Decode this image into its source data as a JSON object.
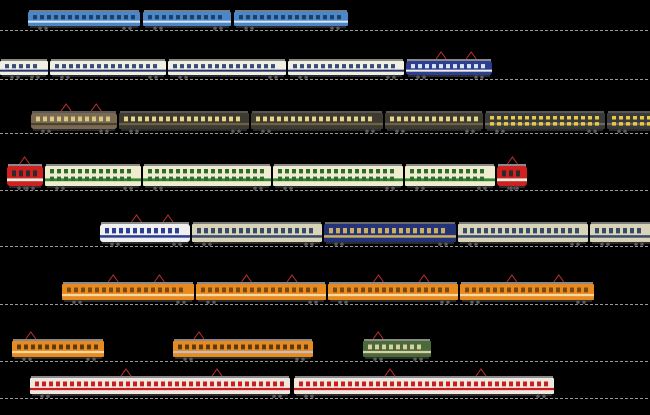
{
  "scene": {
    "background": "#000000",
    "track_color": "#9a9a9a",
    "rows": [
      {
        "name": "row-1",
        "vehicles": [
          {
            "kind": "coach",
            "body": "#4a86c8",
            "stripe": "#d9e6f2",
            "roof": "#6f7f8f",
            "windows": "#1c3f66"
          },
          {
            "kind": "coach",
            "body": "#4a86c8",
            "stripe": "#d9e6f2",
            "roof": "#6f7f8f",
            "windows": "#1c3f66"
          },
          {
            "kind": "coach",
            "body": "#4a86c8",
            "stripe": "#d9e6f2",
            "roof": "#6f7f8f",
            "windows": "#1c3f66"
          }
        ]
      },
      {
        "name": "row-2",
        "vehicles": [
          {
            "kind": "coach",
            "body": "#f1efe2",
            "stripe": "#23306e",
            "roof": "#8a8a8a",
            "windows": "#3a4d7a"
          },
          {
            "kind": "coach",
            "body": "#f1efe2",
            "stripe": "#23306e",
            "roof": "#8a8a8a",
            "windows": "#3a4d7a"
          },
          {
            "kind": "coach",
            "body": "#f1efe2",
            "stripe": "#23306e",
            "roof": "#8a8a8a",
            "windows": "#3a4d7a"
          },
          {
            "kind": "coach",
            "body": "#f1efe2",
            "stripe": "#23306e",
            "roof": "#8a8a8a",
            "windows": "#3a4d7a"
          },
          {
            "kind": "locomotive",
            "body": "#2d3f92",
            "stripe": "#f1efe2",
            "roof": "#8a8a8a",
            "windows": "#d9e6f2"
          }
        ]
      },
      {
        "name": "row-3",
        "vehicles": [
          {
            "kind": "locomotive",
            "body": "#7a6a52",
            "stripe": "#4d4030",
            "roof": "#5a5a5a",
            "windows": "#d8c880"
          },
          {
            "kind": "coach",
            "body": "#3e3a30",
            "stripe": "#6a6248",
            "roof": "#555555",
            "windows": "#e2d48a"
          },
          {
            "kind": "coach",
            "body": "#3e3a30",
            "stripe": "#6a6248",
            "roof": "#555555",
            "windows": "#e2d48a"
          },
          {
            "kind": "coach",
            "body": "#3e3a30",
            "stripe": "#6a6248",
            "roof": "#555555",
            "windows": "#e2d48a"
          },
          {
            "kind": "double-deck",
            "body": "#3a3a38",
            "stripe": "#6a6a60",
            "roof": "#555555",
            "windows": "#e8c84a"
          },
          {
            "kind": "double-deck",
            "body": "#3a3a38",
            "stripe": "#6a6a60",
            "roof": "#555555",
            "windows": "#e8c84a"
          },
          {
            "kind": "double-deck",
            "body": "#3a3a38",
            "stripe": "#6a6a60",
            "roof": "#555555",
            "windows": "#e8c84a"
          }
        ]
      },
      {
        "name": "row-4",
        "vehicles": [
          {
            "kind": "cab-car",
            "body": "#d02020",
            "stripe": "#f0f0e0",
            "roof": "#8a8a8a",
            "windows": "#2a2a2a"
          },
          {
            "kind": "double-deck",
            "body": "#f0ecd0",
            "stripe": "#2f8a2f",
            "roof": "#8a8a8a",
            "windows": "#2f6a2f"
          },
          {
            "kind": "double-deck",
            "body": "#f0ecd0",
            "stripe": "#2f8a2f",
            "roof": "#8a8a8a",
            "windows": "#2f6a2f"
          },
          {
            "kind": "double-deck",
            "body": "#f0ecd0",
            "stripe": "#2f8a2f",
            "roof": "#8a8a8a",
            "windows": "#2f6a2f"
          },
          {
            "kind": "double-deck",
            "body": "#f0ecd0",
            "stripe": "#2f8a2f",
            "roof": "#8a8a8a",
            "windows": "#2f6a2f"
          },
          {
            "kind": "cab-car",
            "body": "#d02020",
            "stripe": "#f0f0e0",
            "roof": "#8a8a8a",
            "windows": "#2a2a2a"
          }
        ]
      },
      {
        "name": "row-5",
        "vehicles": [
          {
            "kind": "locomotive",
            "body": "#f0f0f0",
            "stripe": "#2d3f92",
            "roof": "#8a8a8a",
            "windows": "#2d3f92"
          },
          {
            "kind": "coach",
            "body": "#d8d4b8",
            "stripe": "#3a4a6a",
            "roof": "#7a7a7a",
            "windows": "#3a4a6a"
          },
          {
            "kind": "coach",
            "body": "#24327a",
            "stripe": "#c8b060",
            "roof": "#6a6a6a",
            "windows": "#c8b060"
          },
          {
            "kind": "coach",
            "body": "#d8d4b8",
            "stripe": "#3a4a6a",
            "roof": "#7a7a7a",
            "windows": "#3a4a6a"
          },
          {
            "kind": "coach",
            "body": "#d8d4b8",
            "stripe": "#3a4a6a",
            "roof": "#7a7a7a",
            "windows": "#3a4a6a"
          }
        ]
      },
      {
        "name": "row-6",
        "vehicles": [
          {
            "kind": "emu",
            "body": "#e88a20",
            "stripe": "#f5d8a0",
            "roof": "#8a8a8a",
            "windows": "#7a4a10"
          },
          {
            "kind": "emu",
            "body": "#e88a20",
            "stripe": "#f5d8a0",
            "roof": "#8a8a8a",
            "windows": "#7a4a10"
          },
          {
            "kind": "emu",
            "body": "#e88a20",
            "stripe": "#f5d8a0",
            "roof": "#8a8a8a",
            "windows": "#7a4a10"
          },
          {
            "kind": "emu",
            "body": "#e88a20",
            "stripe": "#f5d8a0",
            "roof": "#8a8a8a",
            "windows": "#7a4a10"
          }
        ]
      },
      {
        "name": "row-7",
        "vehicles": [
          {
            "kind": "tram",
            "body": "#e88a20",
            "stripe": "#f5d8a0",
            "roof": "#8a8a8a",
            "windows": "#5a3a10"
          },
          {
            "kind": "tram",
            "body": "#e88a20",
            "stripe": "#c0c0c0",
            "roof": "#8a8a8a",
            "windows": "#5a3a10"
          },
          {
            "kind": "tram",
            "body": "#4a6a3a",
            "stripe": "#d8d0a0",
            "roof": "#8a8a8a",
            "windows": "#d8d0a0"
          }
        ]
      },
      {
        "name": "row-8",
        "vehicles": [
          {
            "kind": "emu",
            "body": "#f0e8e0",
            "stripe": "#c82020",
            "roof": "#8a8a8a",
            "windows": "#c82020"
          },
          {
            "kind": "emu",
            "body": "#f0e8e0",
            "stripe": "#c82020",
            "roof": "#8a8a8a",
            "windows": "#c82020"
          }
        ]
      }
    ]
  }
}
